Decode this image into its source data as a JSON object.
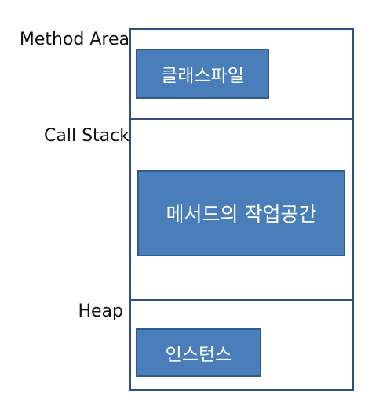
{
  "labels": {
    "method_area": "Method Area",
    "call_stack": "Call Stack",
    "heap": "Heap"
  },
  "blocks": {
    "class_file": "클래스파일",
    "method_workspace": "메서드의 작업공간",
    "instance": "인스턴스"
  },
  "colors": {
    "block_fill": "#4a7ebb",
    "block_border": "#2f5b8e",
    "region_border": "#2f4f7f",
    "label_text": "#111111",
    "block_text": "#ffffff"
  }
}
